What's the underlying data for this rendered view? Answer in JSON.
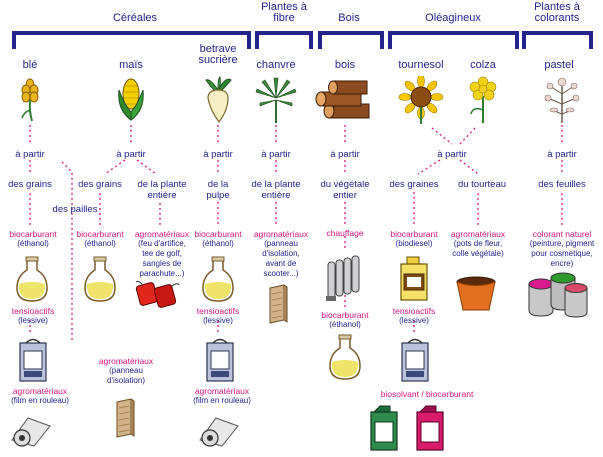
{
  "categories": {
    "cereales": "Céréales",
    "plantes_fibre": [
      "Plantes à",
      "fibre"
    ],
    "bois": "Bois",
    "oleagineux": "Oléagineux",
    "plantes_colorants": [
      "Plantes à",
      "colorants"
    ]
  },
  "crops": {
    "ble": "blé",
    "mais": "maïs",
    "betrave": [
      "betrave",
      "sucrière"
    ],
    "chanvre": "chanvre",
    "bois": "bois",
    "tournesol": "tournesol",
    "colza": "colza",
    "pastel": "pastel"
  },
  "a_partir": "à partir",
  "sources": {
    "ble_grains": "des grains",
    "ble_pailles": "des pailles",
    "mais_grains": "des grains",
    "mais_plante": [
      "de la plante",
      "entière"
    ],
    "betrave_pulpe": [
      "de la",
      "pulpe"
    ],
    "chanvre_plante": [
      "de la plante",
      "entière"
    ],
    "bois_vegetale": [
      "du végétale",
      "entier"
    ],
    "oleag_graines": "des graines",
    "oleag_tourteau": "du tourteau",
    "pastel_feuilles": "des feuilles"
  },
  "products": {
    "ble_biocarburant": {
      "name": "biocarburant",
      "desc": "(éthanol)"
    },
    "ble_tensioactifs": {
      "name": "tensioactifs",
      "desc": "(lessive)"
    },
    "ble_agromateriaux": {
      "name": "agromatériaux",
      "desc": "(film en rouleau)"
    },
    "pailles_agromateriaux": {
      "name": "agromatériaux",
      "desc": [
        "(panneau",
        "d'isolation)"
      ]
    },
    "mais_biocarburant": {
      "name": "biocarburant",
      "desc": "(éthanol)"
    },
    "mais_agromateriaux": {
      "name": "agromatériaux",
      "desc": [
        "(feu d'artifice,",
        "tee de golf,",
        "sangles de",
        "parachute...)"
      ]
    },
    "betrave_biocarburant": {
      "name": "biocarburant",
      "desc": "(éthanol)"
    },
    "betrave_tensioactifs": {
      "name": "tensioactifs",
      "desc": "(lessive)"
    },
    "betrave_agromateriaux": {
      "name": "agromatériaux",
      "desc": "(film en rouleau)"
    },
    "chanvre_agromateriaux": {
      "name": "agromatériaux",
      "desc": [
        "(panneau",
        "d'isolation,",
        "avant de",
        "scooter...)"
      ]
    },
    "bois_chauffage": {
      "name": "chauffage"
    },
    "bois_biocarburant": {
      "name": "biocarburant",
      "desc": "(éthanol)"
    },
    "oleag_biocarburant": {
      "name": "biocarburant",
      "desc": "(biodiesel)"
    },
    "oleag_tensioactifs": {
      "name": "tensioactifs",
      "desc": "(lessive)"
    },
    "oleag_biosolvant": {
      "name": "biosolvant / biocarburant"
    },
    "tourteau_agromateriaux": {
      "name": "agromatériaux",
      "desc": [
        "(pots de fleur,",
        "colle végétale)"
      ]
    },
    "pastel_colorant": {
      "name": "colorant naturel",
      "desc": [
        "(peinture, pigment",
        "pour cosmetique,",
        "encre)"
      ]
    }
  },
  "colors": {
    "heading": "#23238c",
    "product": "#d4157f",
    "dotted_line": "#d4157f",
    "bracket": "#23238c"
  },
  "icons": {
    "wheat": "wheat-icon",
    "corn": "corn-icon",
    "beet": "sugar-beet-icon",
    "hemp": "hemp-icon",
    "logs": "logs-icon",
    "sunflower": "sunflower-icon",
    "rapeseed": "rapeseed-icon",
    "woad": "woad-icon",
    "flask": "flask-icon",
    "detergent": "detergent-icon",
    "film": "film-roll-icon",
    "panel": "panel-icon",
    "firecracker": "firecracker-icon",
    "radiator": "radiator-icon",
    "jerrycan": "jerrycan-icon",
    "flowerpot": "flowerpot-icon",
    "paint": "paint-pots-icon"
  }
}
